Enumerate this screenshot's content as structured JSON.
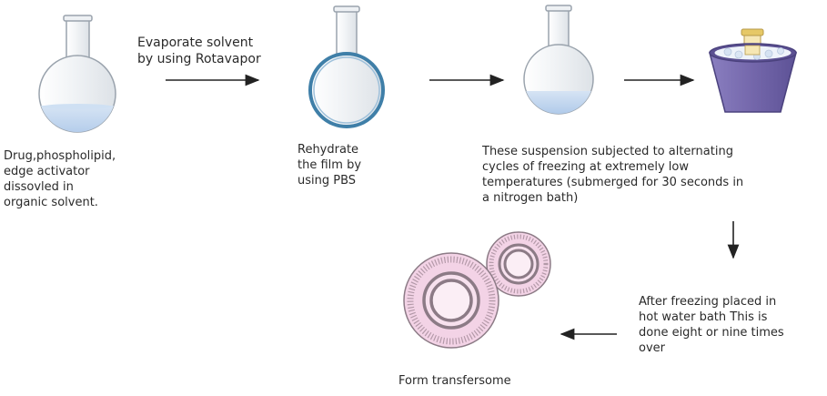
{
  "steps": {
    "dissolve": "Drug,phospholipid,\nedge activator\ndissovled in\norganic solvent.",
    "evaporate": "Evaporate solvent\nby using Rotavapor",
    "rehydrate": "Rehydrate\nthe film by\nusing PBS",
    "freeze": "These suspension subjected to alternating\ncycles of freezing at extremely low\ntemperatures (submerged for 30 seconds in\na nitrogen bath)",
    "thaw": "After freezing placed in\nhot water bath This is\ndone eight or nine times\nover",
    "form": "Form transfersome"
  },
  "icons": {
    "flask_solvent": "round-bottom-flask-icon",
    "flask_film": "round-bottom-flask-film-icon",
    "flask_suspension": "round-bottom-flask-icon",
    "ice_bath": "ice-bucket-icon",
    "vesicles": "transfersome-vesicle-icon"
  },
  "colors": {
    "glass_outline": "#9aa3ad",
    "liquid": "#bcd3ee",
    "film": "#3f7fa8",
    "bucket": "#7b6fb0",
    "ice": "#eef3fa",
    "vesicle_fill": "#f3d3e6",
    "vesicle_outline": "#8c7b86",
    "arrow": "#222222"
  }
}
